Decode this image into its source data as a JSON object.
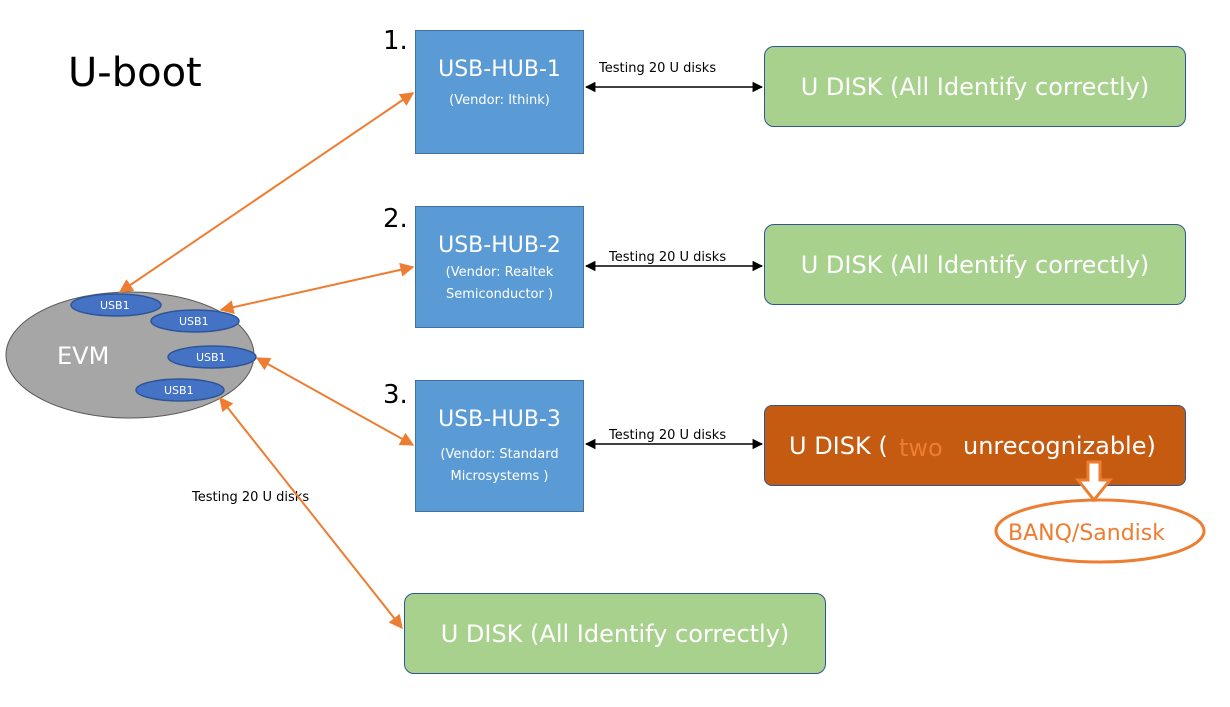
{
  "title": "U-boot",
  "evm": {
    "label": "EVM",
    "ports": [
      "USB1",
      "USB1",
      "USB1",
      "USB1"
    ]
  },
  "hubs": [
    {
      "number": "1.",
      "name": "USB-HUB-1",
      "vendor_line1": "(Vendor: Ithink)",
      "vendor_line2": ""
    },
    {
      "number": "2.",
      "name": "USB-HUB-2",
      "vendor_line1": "(Vendor: Realtek",
      "vendor_line2": "Semiconductor )"
    },
    {
      "number": "3.",
      "name": "USB-HUB-3",
      "vendor_line1": "(Vendor: Standard",
      "vendor_line2": "Microsystems )"
    }
  ],
  "link_label": "Testing 20 U disks",
  "udisks": [
    {
      "text": "U DISK (All Identify correctly)"
    },
    {
      "text": "U DISK (All Identify correctly)"
    }
  ],
  "udisk_bad": {
    "prefix": "U DISK (",
    "highlight": "two",
    "suffix": "unrecognizable)"
  },
  "callout": "BANQ/Sandisk",
  "udisk_direct": {
    "text": "U DISK (All Identify correctly)"
  },
  "colors": {
    "hub": "#5b9bd5",
    "udisk_ok": "#a9d18e",
    "udisk_bad": "#c55a11",
    "arrow": "#ed7d31",
    "evm": "#a6a6a6",
    "port": "#4472c4"
  }
}
